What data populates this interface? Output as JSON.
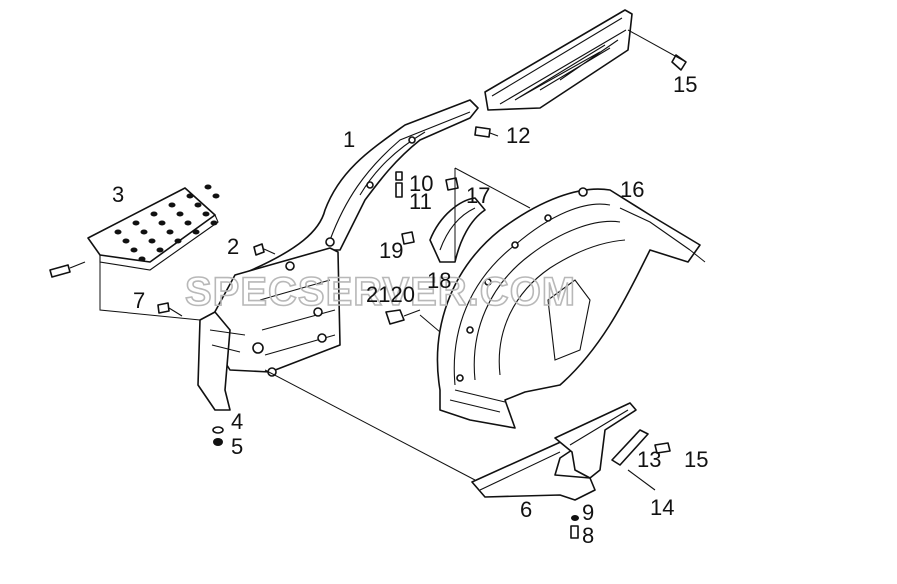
{
  "watermark": "SPECSERVER.COM",
  "callouts": {
    "c1": "1",
    "c2": "2",
    "c3": "3",
    "c4": "4",
    "c5": "5",
    "c6": "6",
    "c7": "7",
    "c8": "8",
    "c9": "9",
    "c10": "10",
    "c11": "11",
    "c12": "12",
    "c13": "13",
    "c14": "14",
    "c15a": "15",
    "c15b": "15",
    "c16": "16",
    "c17": "17",
    "c18": "18",
    "c19": "19",
    "c2120": "2120"
  }
}
